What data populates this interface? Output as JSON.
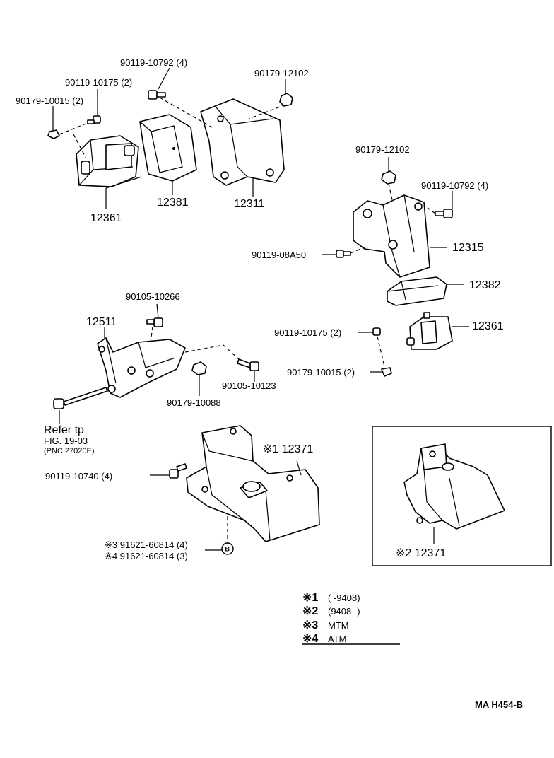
{
  "labels": {
    "p90119_10792_top": "90119-10792 (4)",
    "p90119_10175_top": "90119-10175 (2)",
    "p90179_10015_top": "90179-10015 (2)",
    "p90179_12102_top": "90179-12102",
    "p12361_top": "12361",
    "p12381": "12381",
    "p12311": "12311",
    "p90179_12102_right": "90179-12102",
    "p90119_10792_right": "90119-10792 (4)",
    "p90119_08A50": "90119-08A50",
    "p12315": "12315",
    "p12382": "12382",
    "p90119_10175_right": "90119-10175 (2)",
    "p12361_right": "12361",
    "p90179_10015_right": "90179-10015 (2)",
    "p90105_10266": "90105-10266",
    "p12511": "12511",
    "p90105_10123": "90105-10123",
    "p90179_10088": "90179-10088",
    "refer_line1": "Refer  tp",
    "refer_line2": "FIG. 19-03",
    "refer_line3": "(PNC  27020E)",
    "p90119_10740": "90119-10740 (4)",
    "mark1_12371": "※1 12371",
    "note3_91621": "※3 91621-60814 (4)",
    "note4_91621": "※4 91621-60814 (3)",
    "callout_b": "B",
    "mark2_12371": "※2 12371"
  },
  "legend": [
    {
      "mark": "※1",
      "text": "(        -9408)"
    },
    {
      "mark": "※2",
      "text": "(9408-          )"
    },
    {
      "mark": "※3",
      "text": "MTM"
    },
    {
      "mark": "※4",
      "text": "ATM"
    }
  ],
  "footer_code": "MA  H454-B"
}
